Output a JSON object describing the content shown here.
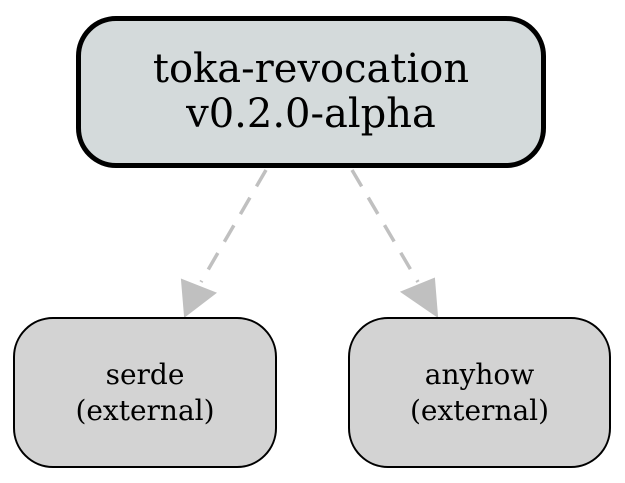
{
  "graph": {
    "root": {
      "name": "toka-revocation",
      "version": "v0.2.0-alpha",
      "fill_color": "#d4dadb",
      "border_color": "#000000"
    },
    "dependencies": [
      {
        "name": "serde",
        "kind": "(external)",
        "fill_color": "#d3d3d3"
      },
      {
        "name": "anyhow",
        "kind": "(external)",
        "fill_color": "#d3d3d3"
      }
    ],
    "edge_style": {
      "color": "#c0c0c0",
      "line": "dashed"
    }
  }
}
